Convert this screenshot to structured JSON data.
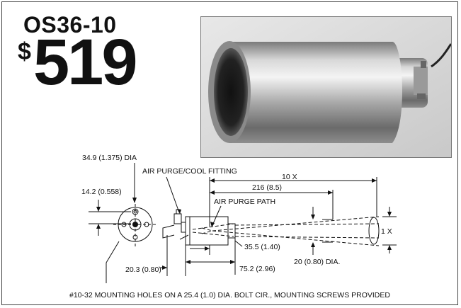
{
  "product": {
    "model": "OS36-10",
    "currency_symbol": "$",
    "price": "519"
  },
  "diagram": {
    "dia_label": "34.9 (1.375) DIA",
    "fitting_label": "AIR PURGE/COOL FITTING",
    "ratio_label": "10 X",
    "length_216": "216 (8.5)",
    "purge_path_label": "AIR PURGE PATH",
    "dim_142": "14.2 (0.558)",
    "spot_label": "1 X",
    "dim_355": "35.5 (1.40)",
    "spot_dia": "20 (0.80) DIA.",
    "dim_203": "20.3 (0.80)",
    "dim_752": "75.2 (2.96)",
    "footer_note": "#10-32 MOUNTING HOLES ON A 25.4 (1.0) DIA. BOLT CIR., MOUNTING SCREWS PROVIDED"
  }
}
